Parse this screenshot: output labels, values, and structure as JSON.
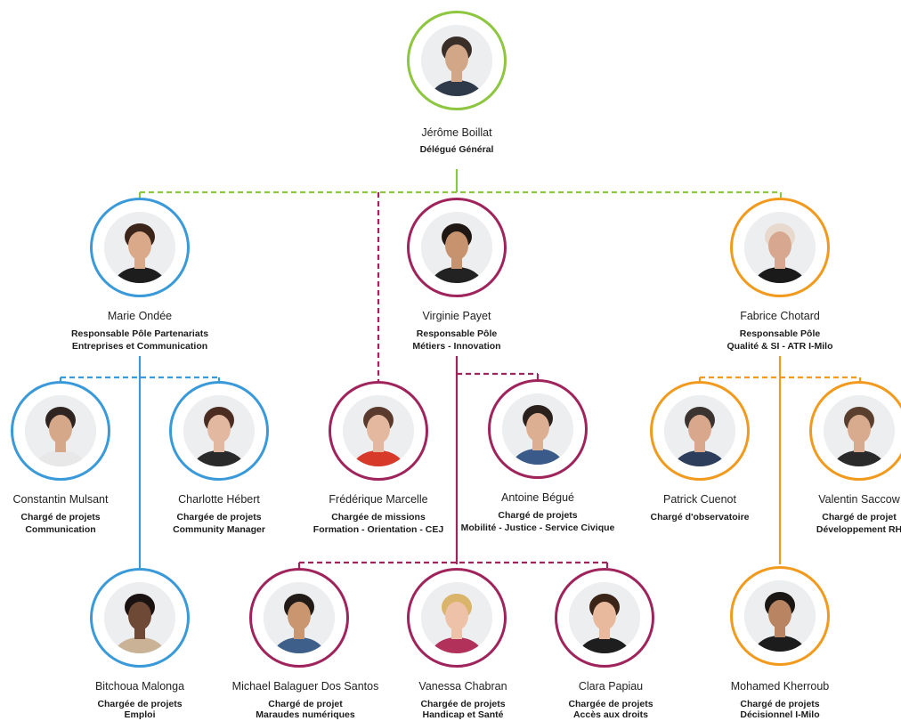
{
  "colors": {
    "green": "#8dc63f",
    "blue": "#3a9ad9",
    "purple": "#a0245c",
    "orange": "#f29a1e"
  },
  "people": [
    {
      "id": "jerome-boillat",
      "name": "Jérôme Boillat",
      "role1": "Délégué Général",
      "role2": "",
      "color": "green",
      "icon": "person-photo",
      "skin": "#d2a788",
      "hair": "#3a2e28",
      "shirt": "#2e3a4a"
    },
    {
      "id": "marie-ondee",
      "name": "Marie Ondée",
      "role1": "Responsable Pôle Partenariats",
      "role2": "Entreprises et Communication",
      "color": "blue",
      "icon": "person-photo",
      "skin": "#d9a98a",
      "hair": "#3b2419",
      "shirt": "#1d1d1d"
    },
    {
      "id": "virginie-payet",
      "name": "Virginie Payet",
      "role1": "Responsable Pôle",
      "role2": "Métiers - Innovation",
      "color": "purple",
      "icon": "person-photo",
      "skin": "#c7926e",
      "hair": "#1f1714",
      "shirt": "#222222"
    },
    {
      "id": "fabrice-chotard",
      "name": "Fabrice Chotard",
      "role1": "Responsable Pôle",
      "role2": "Qualité & SI - ATR I-Milo",
      "color": "orange",
      "icon": "person-photo",
      "skin": "#d7a88f",
      "hair": "#e8d9cf",
      "shirt": "#1a1a1a"
    },
    {
      "id": "constantin-mulsant",
      "name": "Constantin Mulsant",
      "role1": "Chargé de projets",
      "role2": "Communication",
      "color": "blue",
      "icon": "person-photo",
      "skin": "#d6a88a",
      "hair": "#2f2520",
      "shirt": "#e8e8e8"
    },
    {
      "id": "charlotte-hebert",
      "name": "Charlotte Hébert",
      "role1": "Chargée de projets",
      "role2": "Community Manager",
      "color": "blue",
      "icon": "person-photo",
      "skin": "#e2b8a0",
      "hair": "#4a2d20",
      "shirt": "#2a2a2a"
    },
    {
      "id": "frederique-marcelle",
      "name": "Frédérique Marcelle",
      "role1": "Chargée de missions",
      "role2": "Formation - Orientation - CEJ",
      "color": "purple",
      "icon": "person-photo",
      "skin": "#e4b89e",
      "hair": "#5a3a2c",
      "shirt": "#d83a2a"
    },
    {
      "id": "antoine-begue",
      "name": "Antoine Bégué",
      "role1": "Chargé de projets",
      "role2": "Mobilité - Justice - Service Civique",
      "color": "purple",
      "icon": "person-photo",
      "skin": "#dcae92",
      "hair": "#2a211d",
      "shirt": "#3a5a8a"
    },
    {
      "id": "patrick-cuenot",
      "name": "Patrick Cuenot",
      "role1": "Chargé d'observatoire",
      "role2": "",
      "color": "orange",
      "icon": "person-photo",
      "skin": "#d9a88c",
      "hair": "#3a3330",
      "shirt": "#2c3e5c"
    },
    {
      "id": "valentin-saccow",
      "name": "Valentin Saccow",
      "role1": "Chargé de projet",
      "role2": "Développement RH",
      "color": "orange",
      "icon": "person-photo",
      "skin": "#d8aa8e",
      "hair": "#5a3e2e",
      "shirt": "#2a2a2a"
    },
    {
      "id": "bitchoua-malonga",
      "name": "Bitchoua Malonga",
      "role1": "Chargée de projets",
      "role2": "Emploi",
      "color": "blue",
      "icon": "person-photo",
      "skin": "#6e4a36",
      "hair": "#1a1210",
      "shirt": "#c9b296"
    },
    {
      "id": "michael-balaguer",
      "name": "Michael Balaguer Dos Santos",
      "role1": "Chargé de projet",
      "role2": "Maraudes numériques",
      "color": "purple",
      "icon": "person-photo",
      "skin": "#c9966f",
      "hair": "#221a16",
      "shirt": "#3d5f8a"
    },
    {
      "id": "vanessa-chabran",
      "name": "Vanessa Chabran",
      "role1": "Chargée de projets",
      "role2": "Handicap et Santé",
      "color": "purple",
      "icon": "person-photo",
      "skin": "#eec2a8",
      "hair": "#d9b46a",
      "shirt": "#b2315a"
    },
    {
      "id": "clara-papiau",
      "name": "Clara Papiau",
      "role1": "Chargée de projets",
      "role2": "Accès aux droits",
      "color": "purple",
      "icon": "person-photo",
      "skin": "#e8b99c",
      "hair": "#3a2418",
      "shirt": "#1e1e1e"
    },
    {
      "id": "mohamed-kherroub",
      "name": "Mohamed Kherroub",
      "role1": "Chargé de projets",
      "role2": "Décisionnel I-Milo",
      "color": "orange",
      "icon": "person-photo",
      "skin": "#b98462",
      "hair": "#1a1614",
      "shirt": "#1c1c1c"
    }
  ]
}
